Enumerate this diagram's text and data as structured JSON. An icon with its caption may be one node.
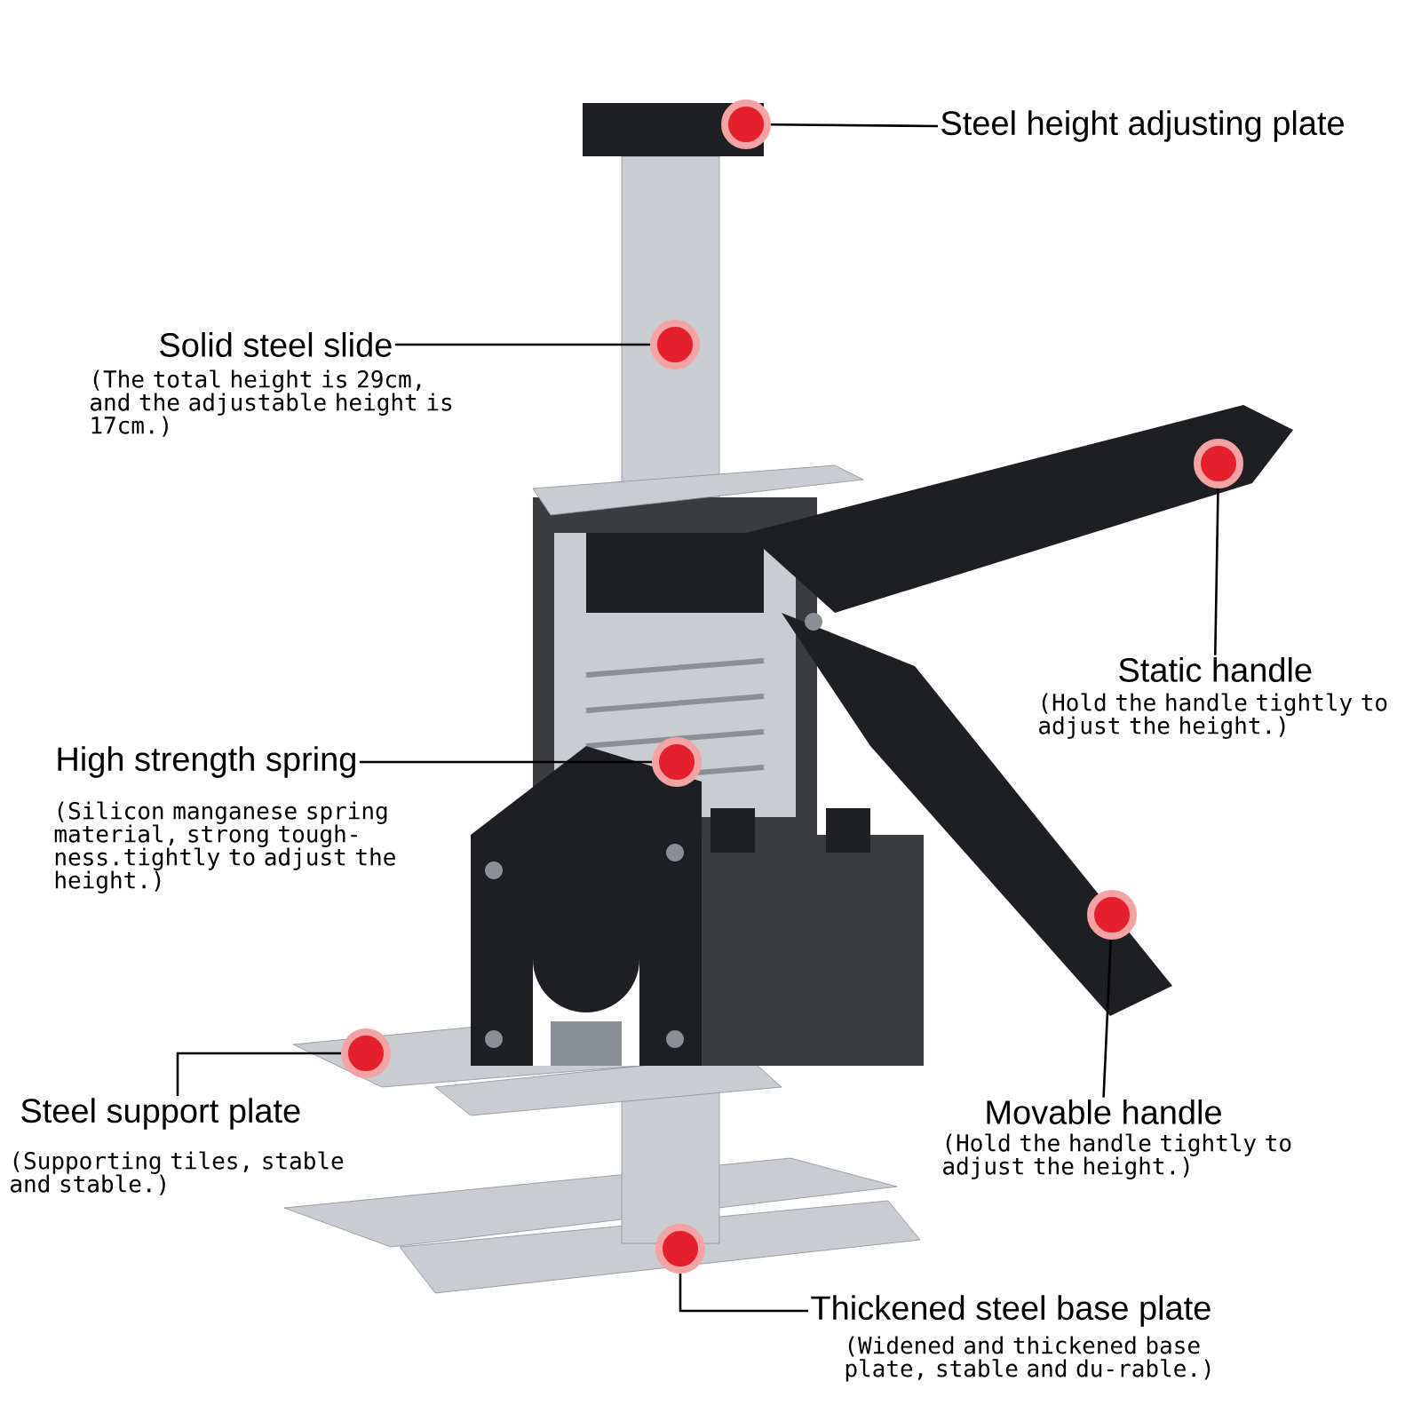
{
  "diagram": {
    "nodes": [
      {
        "text": [
          "Steel height adjusting plate"
        ]
      },
      {
        "text": [],
        "shape": "circle"
      },
      {
        "text": [
          "Solid steel slide",
          "(The total height is 29cm, and the adjustable height is 17cm.)"
        ]
      },
      {
        "text": [],
        "shape": "circle"
      },
      {
        "text": [
          "Static handle",
          "(Hold the handle tightly to adjust the height.)"
        ]
      },
      {
        "text": [],
        "shape": "circle"
      },
      {
        "text": [
          "High strength spring",
          "(Silicon manganese spring material, strong tough-ness.tightly to adjust the height.)"
        ]
      },
      {
        "text": [],
        "shape": "circle"
      },
      {
        "text": [
          "Movable handle",
          "(Hold the handle tightly to adjust the height.)"
        ]
      },
      {
        "text": [],
        "shape": "circle"
      },
      {
        "text": [
          "Steel support plate",
          "(Supporting tiles, stable and stable.)"
        ]
      },
      {
        "text": [],
        "shape": "circle"
      },
      {
        "text": [
          "Thickened steel base plate",
          "(Widened and thickened base plate, stable and du-rable.)"
        ]
      },
      {
        "text": [],
        "shape": "circle"
      }
    ],
    "edges": [
      {
        "from": 0,
        "to": 1,
        "arrow": "none"
      },
      {
        "from": 2,
        "to": 3,
        "arrow": "none"
      },
      {
        "from": 4,
        "to": 5,
        "arrow": "none"
      },
      {
        "from": 6,
        "to": 7,
        "arrow": "none"
      },
      {
        "from": 8,
        "to": 9,
        "arrow": "none"
      },
      {
        "from": 10,
        "to": 11,
        "arrow": "none"
      },
      {
        "from": 12,
        "to": 13,
        "arrow": "none"
      }
    ]
  }
}
